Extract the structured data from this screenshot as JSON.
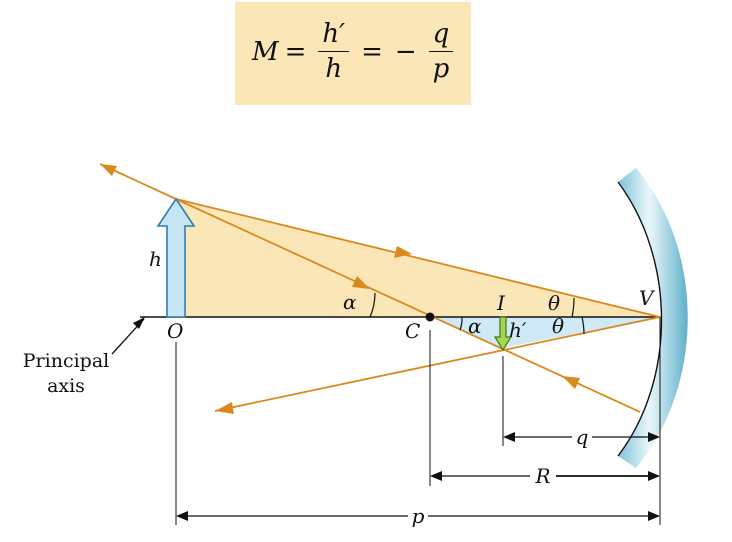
{
  "equation": {
    "lhs": "M",
    "eq1": "=",
    "frac1_num": "h′",
    "frac1_den": "h",
    "eq2": "=",
    "minus": "−",
    "frac2_num": "q",
    "frac2_den": "p"
  },
  "labels": {
    "object_height": "h",
    "object_point": "O",
    "center": "C",
    "image_point": "I",
    "image_height": "h′",
    "vertex": "V",
    "alpha_left": "α",
    "alpha_right": "α",
    "theta_upper": "θ",
    "theta_lower": "θ",
    "principal_axis_line1": "Principal",
    "principal_axis_line2": "axis",
    "dim_q": "q",
    "dim_R": "R",
    "dim_p": "p"
  },
  "colors": {
    "ray": "#d98a1e",
    "triangle_fill": "#fbe6b8",
    "object_arrow": "#c6e6f5",
    "object_arrow_stroke": "#2b7fb5",
    "image_arrow": "#a6d653",
    "image_arrow_stroke": "#3d7a1a",
    "image_triangle_fill": "#cfe9f6",
    "mirror": "#7fc4d9"
  }
}
